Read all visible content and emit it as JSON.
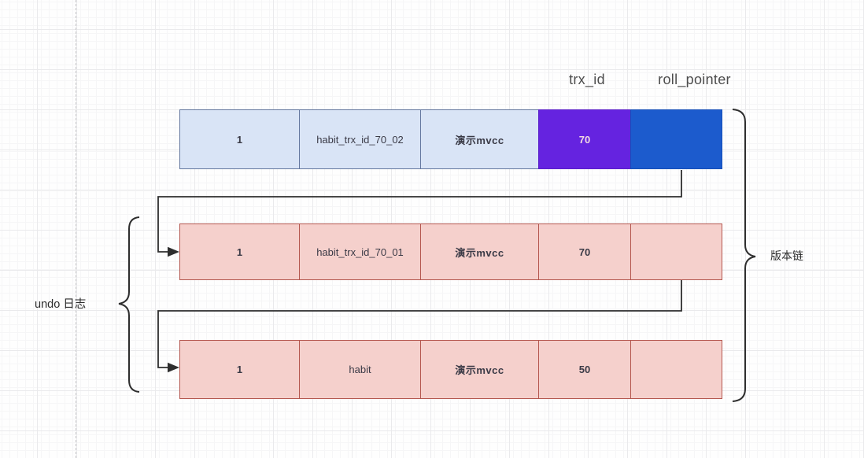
{
  "header": {
    "trx_id_label": "trx_id",
    "roll_pointer_label": "roll_pointer"
  },
  "rows": [
    {
      "kind": "current-record",
      "cells": [
        "1",
        "habit_trx_id_70_02",
        "演示mvcc",
        "70",
        ""
      ]
    },
    {
      "kind": "undo-record-1",
      "cells": [
        "1",
        "habit_trx_id_70_01",
        "演示mvcc",
        "70",
        ""
      ]
    },
    {
      "kind": "undo-record-2",
      "cells": [
        "1",
        "habit",
        "演示mvcc",
        "50",
        ""
      ]
    }
  ],
  "labels": {
    "undo_log": "undo 日志",
    "version_chain": "版本链"
  },
  "colors": {
    "light_blue_fill": "#d9e4f6",
    "light_blue_border": "#64789f",
    "purple_fill": "#6523e0",
    "blue_fill": "#1c5bcd",
    "pink_fill": "#f5d0cc",
    "pink_border": "#b4574f",
    "line_color": "#2e2e2e"
  }
}
